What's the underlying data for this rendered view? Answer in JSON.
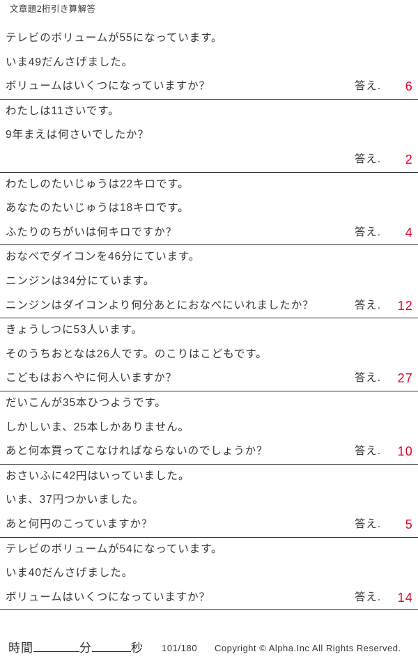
{
  "title": "文章題2桁引き算解答",
  "answer_label": "答え.",
  "accent_color": "#e8002a",
  "text_color": "#3a3535",
  "problems": [
    {
      "lines": [
        "テレビのボリュームが55になっています。",
        "いま49だんさげました。",
        "ボリュームはいくつになっていますか？"
      ],
      "answer": "6"
    },
    {
      "lines": [
        "わたしは11さいです。",
        "9年まえは何さいでしたか？",
        ""
      ],
      "answer": "2"
    },
    {
      "lines": [
        "わたしのたいじゅうは22キロです。",
        "あなたのたいじゅうは18キロです。",
        "ふたりのちがいは何キロですか？"
      ],
      "answer": "4"
    },
    {
      "lines": [
        "おなべでダイコンを46分にています。",
        "ニンジンは34分にています。",
        "ニンジンはダイコンより何分あとにおなべにいれましたか？"
      ],
      "answer": "12"
    },
    {
      "lines": [
        "きょうしつに53人います。",
        "そのうちおとなは26人です。のこりはこどもです。",
        "こどもはおへやに何人いますか？"
      ],
      "answer": "27"
    },
    {
      "lines": [
        "だいこんが35本ひつようです。",
        "しかしいま、25本しかありません。",
        "あと何本買ってこなければならないのでしょうか？"
      ],
      "answer": "10"
    },
    {
      "lines": [
        "おさいふに42円はいっていました。",
        "いま、37円つかいました。",
        "あと何円のこっていますか？"
      ],
      "answer": "5"
    },
    {
      "lines": [
        "テレビのボリュームが54になっています。",
        "いま40だんさげました。",
        "ボリュームはいくつになっていますか？"
      ],
      "answer": "14"
    }
  ],
  "footer": {
    "time_label": "時間",
    "minutes_unit": "分",
    "seconds_unit": "秒",
    "page_number": "101/180",
    "copyright": "Copyright ©  Alpha.Inc All Rights Reserved."
  }
}
